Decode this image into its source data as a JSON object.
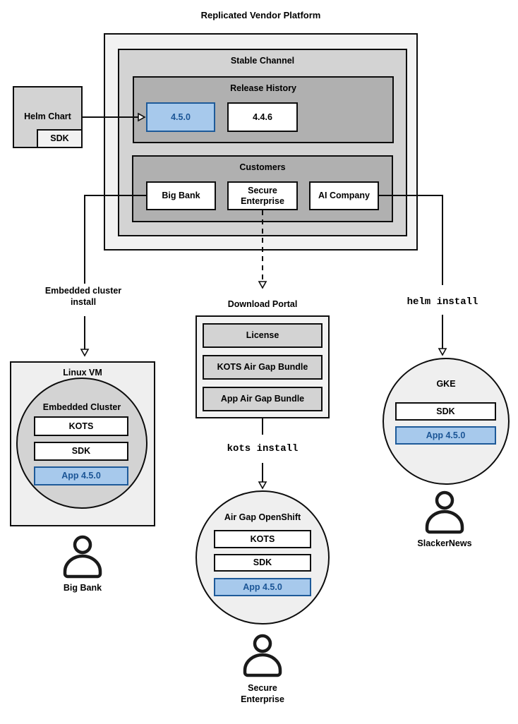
{
  "title": "Replicated Vendor Platform",
  "platform": {
    "stable_channel": {
      "label": "Stable Channel",
      "release_history": {
        "label": "Release History",
        "releases": [
          {
            "version": "4.5.0",
            "highlight": true
          },
          {
            "version": "4.4.6",
            "highlight": false
          }
        ]
      },
      "customers": {
        "label": "Customers",
        "items": [
          "Big Bank",
          "Secure Enterprise",
          "AI Company"
        ]
      }
    }
  },
  "helm_chart": {
    "label": "Helm Chart",
    "sdk_label": "SDK"
  },
  "flows": {
    "embedded_install_label": "Embedded cluster install",
    "kots_install_label": "kots install",
    "helm_install_label": "helm install"
  },
  "download_portal": {
    "title": "Download Portal",
    "items": [
      "License",
      "KOTS Air Gap Bundle",
      "App Air Gap Bundle"
    ]
  },
  "linux_vm": {
    "label": "Linux VM",
    "cluster_label": "Embedded Cluster",
    "components": [
      "KOTS",
      "SDK",
      "App 4.5.0"
    ]
  },
  "air_gap_openshift": {
    "label": "Air Gap OpenShift",
    "components": [
      "KOTS",
      "SDK",
      "App 4.5.0"
    ]
  },
  "gke": {
    "label": "GKE",
    "components": [
      "SDK",
      "App 4.5.0"
    ]
  },
  "users": {
    "big_bank": "Big Bank",
    "secure_enterprise": "Secure Enterprise",
    "slackernews": "SlackerNews"
  },
  "colors": {
    "highlight_fill": "#a7c9ec",
    "highlight_border": "#1e5a99",
    "highlight_text": "#1b5596",
    "box_border": "#0d0d0d"
  }
}
